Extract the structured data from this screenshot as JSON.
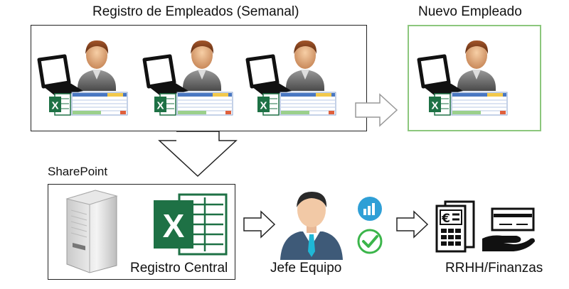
{
  "titles": {
    "weekly_register": "Registro de Empleados (Semanal)",
    "new_employee": "Nuevo Empleado",
    "sharepoint": "SharePoint",
    "central_register": "Registro Central",
    "team_lead": "Jefe Equipo",
    "hr_finance": "RRHH/Finanzas"
  },
  "icons": {
    "excel_letter": "X",
    "currency": "€"
  },
  "colors": {
    "new_employee_border": "#8cc77d",
    "excel_green": "#1e7145",
    "spreadsheet_blue": "#4a78c2",
    "spreadsheet_yellow": "#f2c94c",
    "chart_icon": "#2f9fd6",
    "check_green": "#3bb54a",
    "tie_blue": "#1fb7d6"
  }
}
